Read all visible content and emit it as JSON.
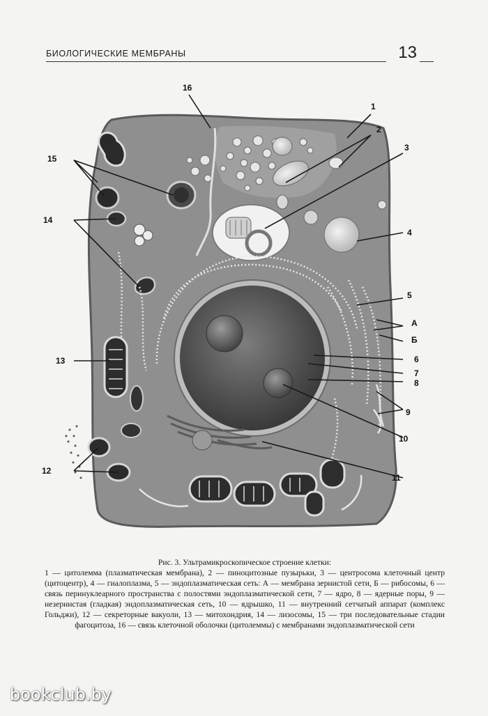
{
  "header": {
    "section_title": "БИОЛОГИЧЕСКИЕ МЕМБРАНЫ",
    "page_number": "13"
  },
  "figure": {
    "labels": [
      "1",
      "2",
      "3",
      "4",
      "5",
      "А",
      "Б",
      "6",
      "7",
      "8",
      "9",
      "10",
      "11",
      "12",
      "13",
      "14",
      "15",
      "16"
    ]
  },
  "caption": {
    "title": "Рис. 3. Ультрамикроскопическое строение клетки:",
    "body": "1 — цитолемма (плазматическая мембрана), 2 — пиноцитозные пузырьки, 3 — центросома клеточный центр (цитоцентр), 4 — гиалоплазма, 5 — эндоплазматическая сеть: А — мембрана зернистой сети, Б — рибосомы, 6 — связь перинуклеарного пространства с полостями эндоплазматической сети, 7 — ядро, 8 — ядерные поры, 9 — незернистая (гладкая) эндоплазматическая сеть, 10 — ядрышко, 11 — внутренний сетчатый аппарат (комплекс Гольджи), 12 — секреторные вакуоли, 13 — митохондрия, 14 — лизосомы, 15 — три последовательные стадии фагоцитоза, 16 — связь клеточной оболочки (цитолеммы) с мембранами эндоплазматической сети"
  },
  "watermark": "bookclub.by"
}
